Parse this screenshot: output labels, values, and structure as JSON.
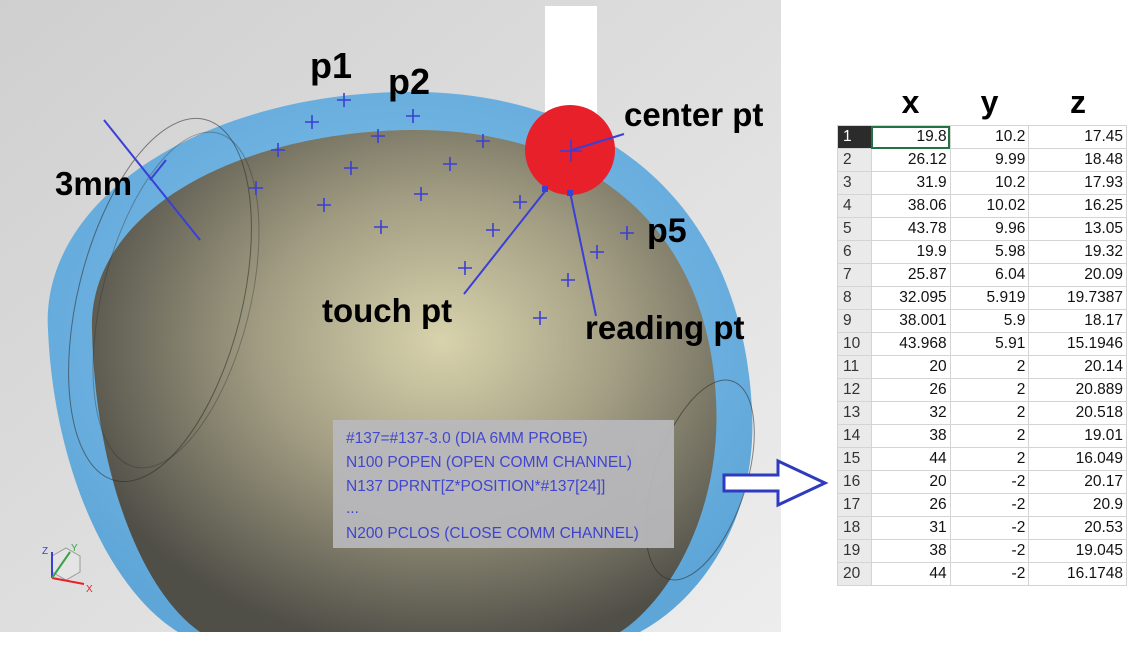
{
  "labels": {
    "p1": "p1",
    "p2": "p2",
    "p5": "p5",
    "center": "center pt",
    "touch": "touch pt",
    "reading": "reading pt",
    "thickness": "3mm"
  },
  "axis_triad": {
    "z": "Z",
    "y": "Y",
    "x": "X"
  },
  "gcode": {
    "lines": [
      "#137=#137-3.0 (DIA 6MM PROBE)",
      "N100 POPEN (OPEN COMM CHANNEL)",
      "N137 DPRNT[Z*POSITION*#137[24]]",
      "...",
      "N200 PCLOS (CLOSE COMM CHANNEL)"
    ]
  },
  "spreadsheet": {
    "headers": [
      "x",
      "y",
      "z"
    ],
    "rows": [
      {
        "n": "1",
        "x": "19.8",
        "y": "10.2",
        "z": "17.45"
      },
      {
        "n": "2",
        "x": "26.12",
        "y": "9.99",
        "z": "18.48"
      },
      {
        "n": "3",
        "x": "31.9",
        "y": "10.2",
        "z": "17.93"
      },
      {
        "n": "4",
        "x": "38.06",
        "y": "10.02",
        "z": "16.25"
      },
      {
        "n": "5",
        "x": "43.78",
        "y": "9.96",
        "z": "13.05"
      },
      {
        "n": "6",
        "x": "19.9",
        "y": "5.98",
        "z": "19.32"
      },
      {
        "n": "7",
        "x": "25.87",
        "y": "6.04",
        "z": "20.09"
      },
      {
        "n": "8",
        "x": "32.095",
        "y": "5.919",
        "z": "19.7387"
      },
      {
        "n": "9",
        "x": "38.001",
        "y": "5.9",
        "z": "18.17"
      },
      {
        "n": "10",
        "x": "43.968",
        "y": "5.91",
        "z": "15.1946"
      },
      {
        "n": "11",
        "x": "20",
        "y": "2",
        "z": "20.14"
      },
      {
        "n": "12",
        "x": "26",
        "y": "2",
        "z": "20.889"
      },
      {
        "n": "13",
        "x": "32",
        "y": "2",
        "z": "20.518"
      },
      {
        "n": "14",
        "x": "38",
        "y": "2",
        "z": "19.01"
      },
      {
        "n": "15",
        "x": "44",
        "y": "2",
        "z": "16.049"
      },
      {
        "n": "16",
        "x": "20",
        "y": "-2",
        "z": "20.17"
      },
      {
        "n": "17",
        "x": "26",
        "y": "-2",
        "z": "20.9"
      },
      {
        "n": "18",
        "x": "31",
        "y": "-2",
        "z": "20.53"
      },
      {
        "n": "19",
        "x": "38",
        "y": "-2",
        "z": "19.045"
      },
      {
        "n": "20",
        "x": "44",
        "y": "-2",
        "z": "16.1748"
      }
    ]
  },
  "colors": {
    "shell": "#6fb2e0",
    "surface": "#8d8a74",
    "probe_ball": "#e8202a",
    "point_marker": "#3a3fd6",
    "selected_cell": "#217346"
  }
}
